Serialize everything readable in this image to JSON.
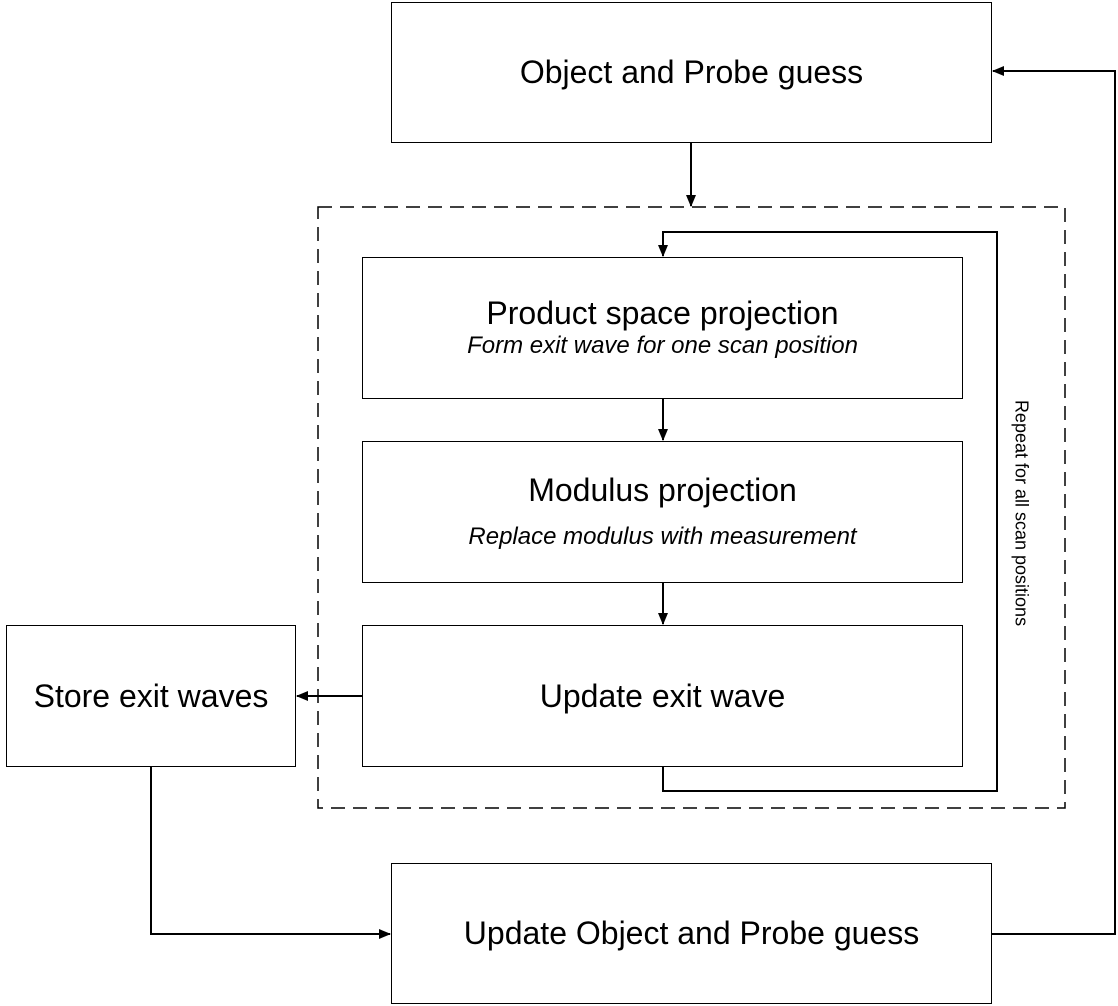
{
  "boxes": {
    "object_probe_guess": {
      "title": "Object and Probe guess"
    },
    "product_space": {
      "title": "Product space projection",
      "subtitle": "Form exit wave for one scan position"
    },
    "modulus": {
      "title": "Modulus projection",
      "subtitle": "Replace modulus with measurement"
    },
    "update_exit": {
      "title": "Update exit wave"
    },
    "store_exit": {
      "title": "Store exit waves"
    },
    "update_object_probe": {
      "title": "Update Object and Probe guess"
    }
  },
  "loop_label": "Repeat for all scan positions",
  "colors": {
    "stroke": "#000000",
    "background": "#ffffff"
  }
}
